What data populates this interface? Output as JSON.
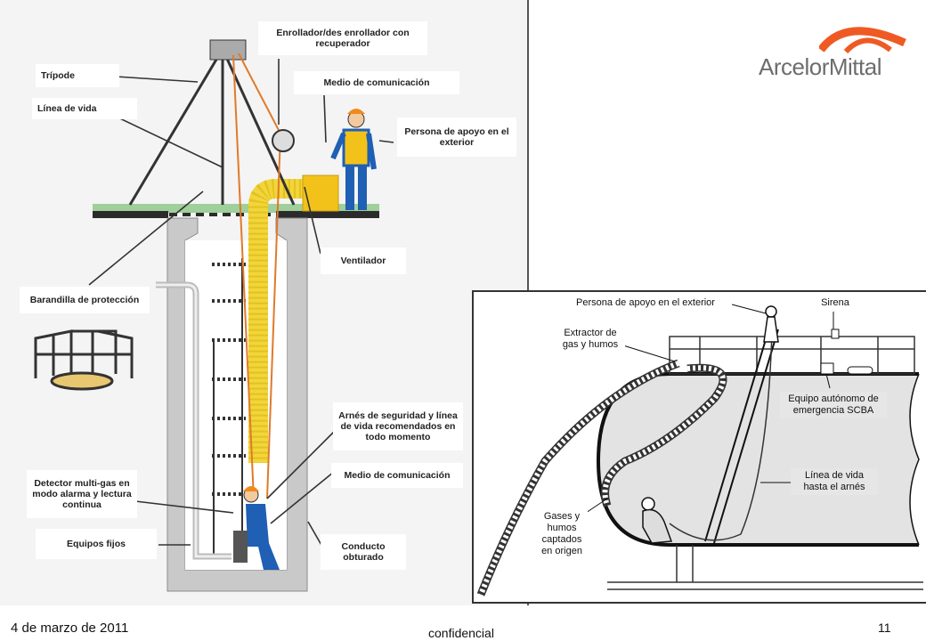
{
  "brand": {
    "name": "ArcelorMittal"
  },
  "left_diagram": {
    "labels": {
      "rewinder": "Enrollador/des enrollador con recuperador",
      "tripod": "Trípode",
      "comm_top": "Medio de comunicación",
      "lifeline": "Línea de vida",
      "support_person": "Persona de apoyo en el exterior",
      "fan": "Ventilador",
      "guardrail": "Barandilla de protección",
      "harness": "Arnés de seguridad y línea de vida recomendados en todo momento",
      "comm_bottom": "Medio de comunicación",
      "gas_detector": "Detector multi-gas en modo alarma y lectura continua",
      "fixed_equipment": "Equipos fijos",
      "sealed_duct": "Conducto obturado"
    }
  },
  "right_diagram": {
    "labels": {
      "support_person": "Persona de apoyo en el exterior",
      "siren": "Sirena",
      "extractor": "Extractor de gas y humos",
      "scba": "Equipo autónomo de emergencia SCBA",
      "lifeline": "Línea de vida hasta el arnés",
      "gases": "Gases y humos captados en origen"
    }
  },
  "footer": {
    "date": "4 de marzo de 2011",
    "confidential": "confidencial",
    "page": "11"
  },
  "colors": {
    "brand_orange": "#ef5a24",
    "brand_gray": "#6d6d6d",
    "worker_blue": "#1f5fb4",
    "vest_yellow": "#f2c21a",
    "hose_yellow": "#f7e04a",
    "lifeline_orange": "#e07a2a",
    "concrete": "#c8c8c8"
  }
}
